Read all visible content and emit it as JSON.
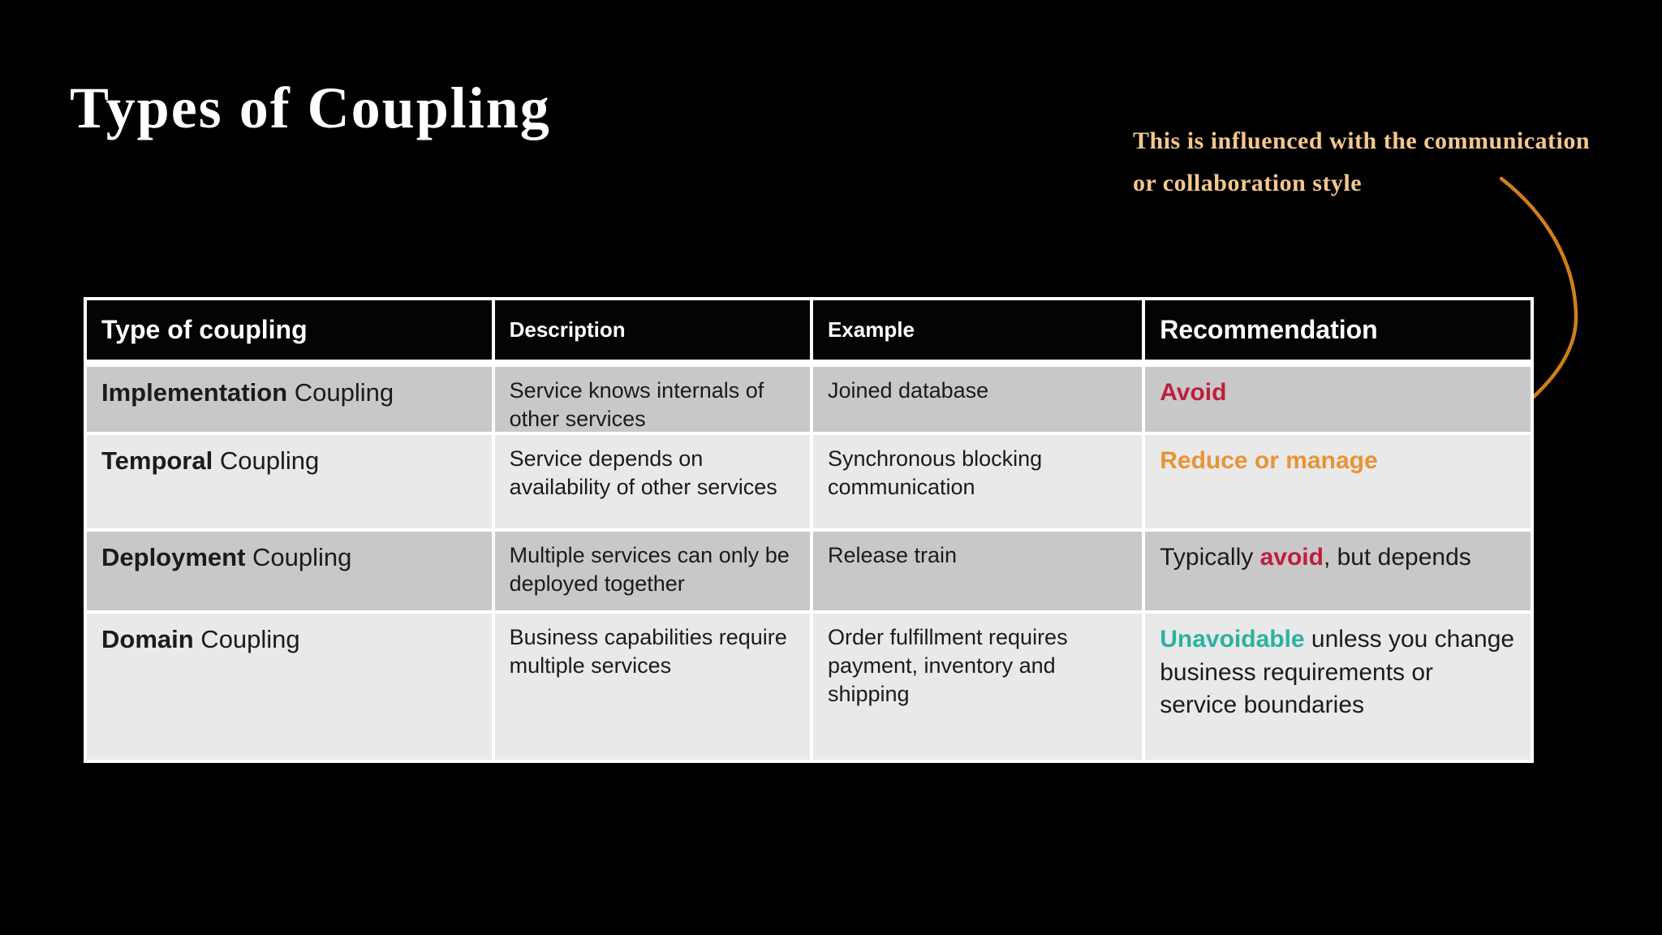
{
  "slide": {
    "title": "Types of Coupling"
  },
  "annotation": {
    "line1": "This is influenced with the communication",
    "line2": "or collaboration style"
  },
  "colors": {
    "slide_bg": "#000000",
    "annotation_text": "#f4c78d",
    "arrow_orange": "#cf7e1e",
    "table_border": "#ffffff",
    "header_bg": "#040404",
    "row_dark": "#c8c8c8",
    "row_light": "#e9e9e9",
    "body_text": "#1b1b1b",
    "avoid_red": "#bf1e3e",
    "manage_orange": "#e89434",
    "unavoidable_teal": "#2ab3a0"
  },
  "table": {
    "headers": [
      "Type of coupling",
      "Description",
      "Example",
      "Recommendation"
    ],
    "rows": [
      {
        "type_bold": "Implementation",
        "type_rest": " Coupling",
        "description": "Service knows internals of other services",
        "example": "Joined database",
        "rec_pre": "",
        "rec_highlight": "Avoid",
        "rec_post": ""
      },
      {
        "type_bold": "Temporal",
        "type_rest": " Coupling",
        "description": "Service depends on availability of other services",
        "example": "Synchronous blocking communication",
        "rec_pre": "",
        "rec_highlight": "Reduce or manage",
        "rec_post": ""
      },
      {
        "type_bold": "Deployment",
        "type_rest": " Coupling",
        "description": "Multiple services can only be deployed together",
        "example": "Release train",
        "rec_pre": "Typically ",
        "rec_highlight": "avoid",
        "rec_post": ", but depends"
      },
      {
        "type_bold": "Domain",
        "type_rest": " Coupling",
        "description": "Business capabilities require multiple services",
        "example": "Order fulfillment requires payment, inventory and shipping",
        "rec_pre": "",
        "rec_highlight": "Unavoidable",
        "rec_post": " unless you change business requirements or service boundaries"
      }
    ]
  }
}
